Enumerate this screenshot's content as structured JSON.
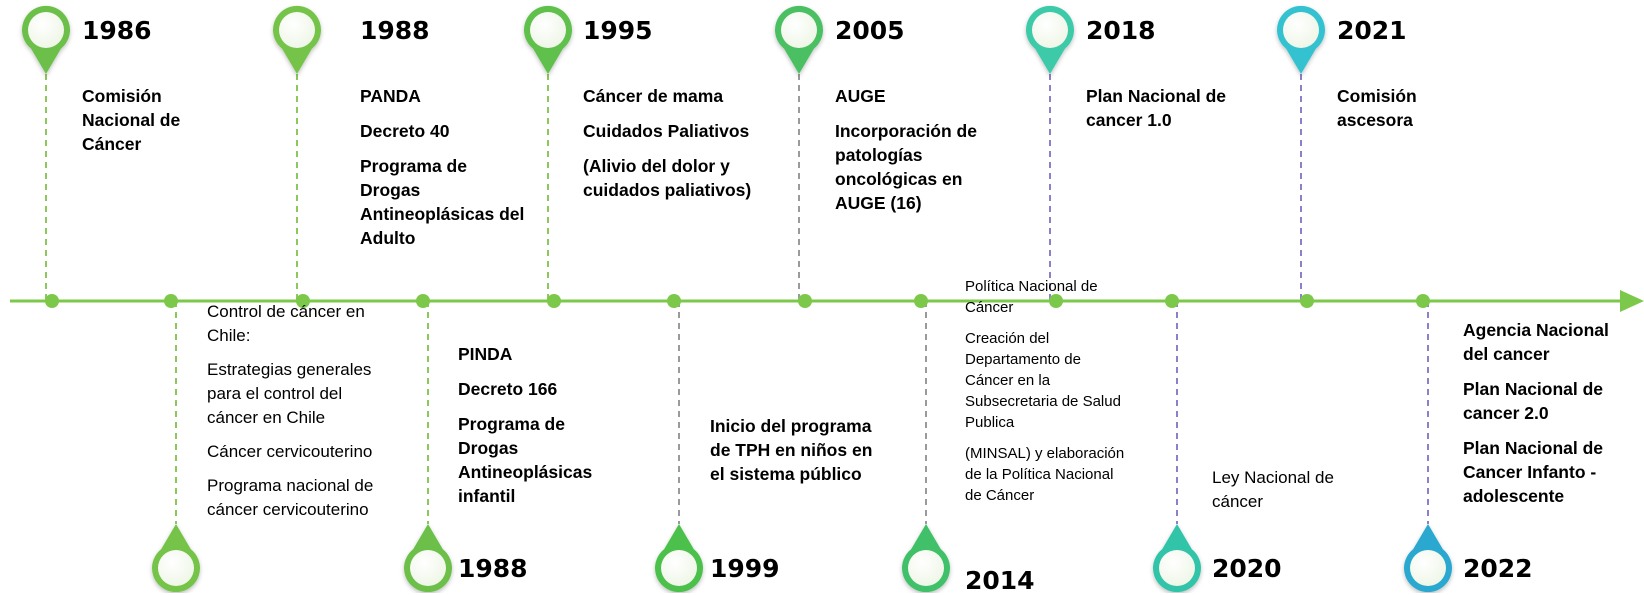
{
  "colors": {
    "axis": "#7cc84a",
    "top_dash": "#8dc85a",
    "gray_dash": "#9a9a9a",
    "purple_dash": "#8c80c8"
  },
  "events": [
    {
      "id": "1986",
      "year": "1986",
      "side": "top",
      "color": "#6cc04a",
      "lines": [
        "Comisión Nacional de Cáncer"
      ]
    },
    {
      "id": "1988a",
      "year": "1988",
      "side": "top",
      "color": "#74c44a",
      "lines": [
        "PANDA",
        "Decreto 40",
        "Programa de Drogas Antineoplásicas del Adulto"
      ]
    },
    {
      "id": "1995",
      "year": "1995",
      "side": "top",
      "color": "#5ec04c",
      "lines": [
        "Cáncer de mama",
        "Cuidados Paliativos",
        "(Alivio del dolor y cuidados paliativos)"
      ]
    },
    {
      "id": "2005",
      "year": "2005",
      "side": "top",
      "color": "#4cc064",
      "lines": [
        "AUGE",
        "Incorporación de patologías oncológicas en AUGE (16)"
      ]
    },
    {
      "id": "2018",
      "year": "2018",
      "side": "top",
      "color": "#3ccaa8",
      "lines": [
        "Plan Nacional de cancer 1.0"
      ]
    },
    {
      "id": "2021",
      "year": "2021",
      "side": "top",
      "color": "#36c2d0",
      "lines": [
        "Comisión ascesora"
      ]
    },
    {
      "id": "1988b",
      "year": "1988",
      "side": "bottom",
      "color": "#6cc04a",
      "lines": [
        "PINDA",
        "Decreto 166",
        "Programa de Drogas Antineoplásicas infantil"
      ]
    },
    {
      "id": "1999",
      "year": "1999",
      "side": "bottom",
      "color": "#4cc04c",
      "lines": [
        "Inicio del programa de TPH en niños en el sistema público"
      ]
    },
    {
      "id": "2014",
      "year": "2014",
      "side": "bottom",
      "color": "#40c068",
      "lines": [
        "Política Nacional de Cáncer",
        "Creación del Departamento de Cáncer en la Subsecretaria de Salud Publica",
        "(MINSAL) y elaboración de la Política Nacional de Cáncer"
      ]
    },
    {
      "id": "2020",
      "year": "2020",
      "side": "bottom",
      "color": "#30c4a8",
      "lines": [
        "Ley Nacional de cáncer"
      ]
    },
    {
      "id": "2022",
      "year": "2022",
      "side": "bottom",
      "color": "#2aa8d0",
      "lines": [
        "Agencia Nacional del cancer",
        "Plan Nacional de cancer 2.0",
        "Plan Nacional de Cancer Infanto - adolescente"
      ]
    }
  ],
  "unlabeled": {
    "lines": [
      "Control de cáncer en Chile:",
      "Estrategias generales para el control del cáncer en Chile",
      "Cáncer cervicouterino",
      "Programa nacional de cáncer cervicouterino"
    ],
    "color": "#74c44a"
  }
}
